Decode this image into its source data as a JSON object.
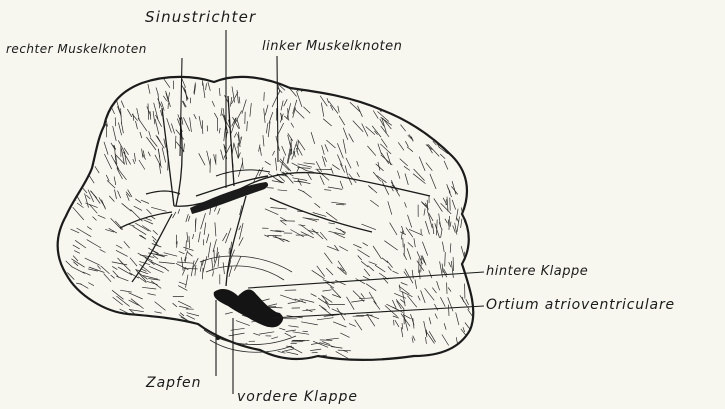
{
  "labels": {
    "sinustrichter": "Sinustrichter",
    "rechter_muskelknoten": "rechter Muskelknoten",
    "linker_muskelknoten": "linker Muskelknoten",
    "hintere_klappe": "hintere Klappe",
    "ortium": "Ortium atrioventriculare",
    "zapfen": "Zapfen",
    "vordere_klappe": "vordere Klappe"
  },
  "colors": {
    "background": "#f7f6ef",
    "ink": "#1b1b1b"
  }
}
